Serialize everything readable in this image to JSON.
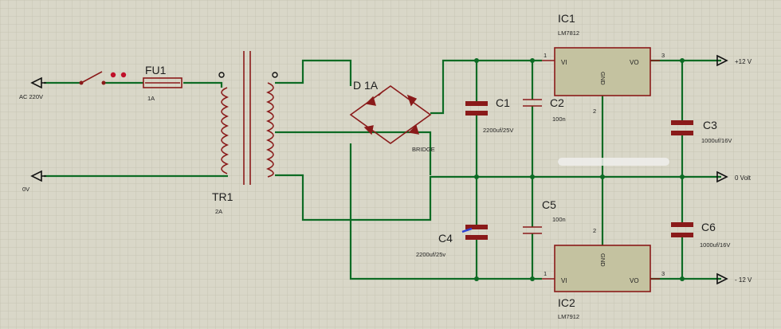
{
  "components": {
    "fuse": {
      "ref": "FU1",
      "value": "1A"
    },
    "transformer": {
      "ref": "TR1",
      "value": "2A"
    },
    "bridge": {
      "ref": "D 1A",
      "value": "BRIDGE"
    },
    "c1": {
      "ref": "C1",
      "value": "2200uf/25V"
    },
    "c2": {
      "ref": "C2",
      "value": "100n"
    },
    "c3": {
      "ref": "C3",
      "value": "1000uf/16V"
    },
    "c4": {
      "ref": "C4",
      "value": "2200uf/25v"
    },
    "c5": {
      "ref": "C5",
      "value": "100n"
    },
    "c6": {
      "ref": "C6",
      "value": "1000uf/16V"
    },
    "ic1": {
      "ref": "IC1",
      "part": "LM7812",
      "pin_in": "VI",
      "pin_out": "VO",
      "pin_gnd": "GND",
      "pin1": "1",
      "pin2": "2",
      "pin3": "3"
    },
    "ic2": {
      "ref": "IC2",
      "part": "LM7912",
      "pin_in": "VI",
      "pin_out": "VO",
      "pin_gnd": "GND",
      "pin1": "1",
      "pin2": "2",
      "pin3": "3"
    }
  },
  "terminals": {
    "ac_in": "AC 220V",
    "zero": "0V",
    "plus12": "+12 V",
    "gnd": "0 Volt",
    "minus12": "- 12 V"
  },
  "colors": {
    "wire": "#0d6b24",
    "part": "#8a1a1a",
    "ic_fill": "#c4c2a0",
    "grid": "#c8c6b5"
  }
}
